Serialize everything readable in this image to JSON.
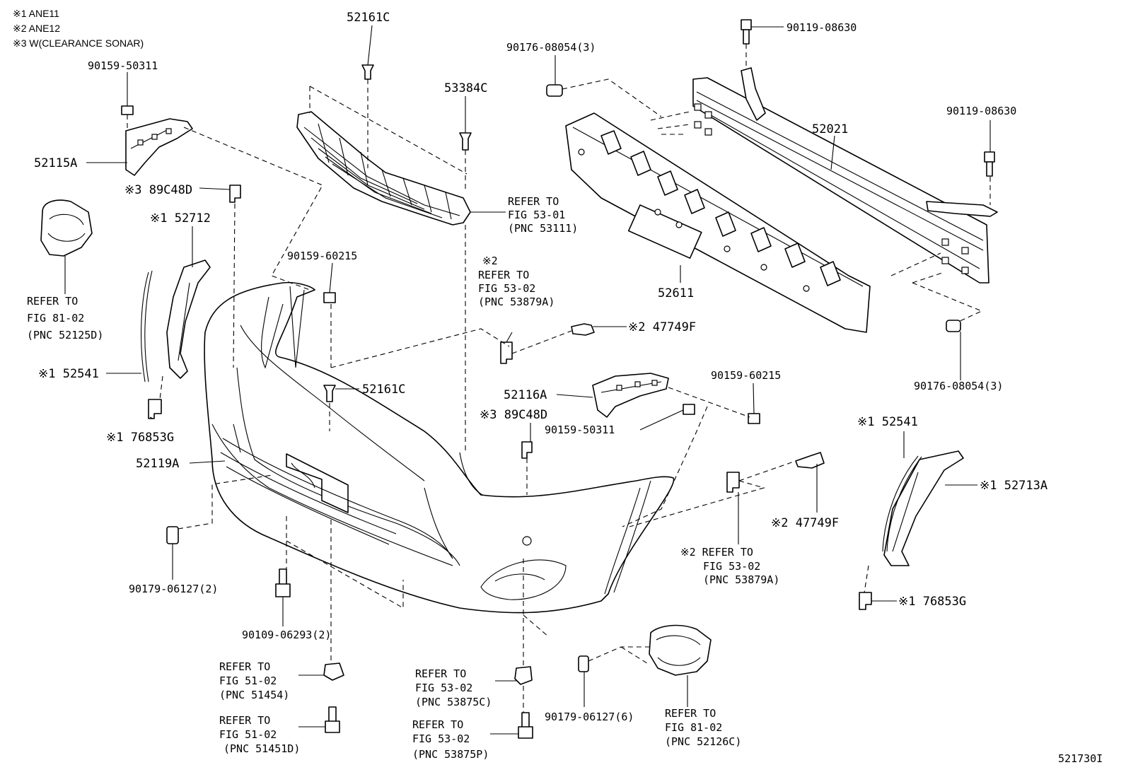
{
  "notes": [
    "※1 ANE11",
    "※2 ANE12",
    "※3 W(CLEARANCE SONAR)"
  ],
  "labels": {
    "p52161c_top": "52161C",
    "p53384c": "53384C",
    "p90176_top": "90176-08054(3)",
    "p90119_top": "90119-08630",
    "p90119_right": "90119-08630",
    "p52021": "52021",
    "p90159_50311_top": "90159-50311",
    "p52115a": "52115A",
    "p89c48d_left": "※3 89C48D",
    "p52712": "※1 52712",
    "refer_53111_1": "REFER TO",
    "refer_53111_2": "FIG 53-01",
    "refer_53111_3": "(PNC 53111)",
    "p90159_60215_left": "90159-60215",
    "refer_52125d_1": "REFER TO",
    "refer_52125d_2": "FIG 81-02",
    "refer_52125d_3": "(PNC 52125D)",
    "refer_53879a_top_0": "※2",
    "refer_53879a_top_1": "REFER TO",
    "refer_53879a_top_2": "FIG 53-02",
    "refer_53879a_top_3": "(PNC 53879A)",
    "p52611": "52611",
    "p47749f_top": "※2 47749F",
    "p90176_right": "90176-08054(3)",
    "p52541_left": "※1 52541",
    "p52161c_mid": "52161C",
    "p52116a": "52116A",
    "p90159_60215_right": "90159-60215",
    "p89c48d_mid": "※3 89C48D",
    "p90159_50311_mid": "90159-50311",
    "p76853g_left": "※1 76853G",
    "p52119a": "52119A",
    "p52541_right": "※1 52541",
    "p52713a": "※1 52713A",
    "p47749f_right": "※2 47749F",
    "refer_53879a_mid_1": "※2 REFER TO",
    "refer_53879a_mid_2": "FIG 53-02",
    "refer_53879a_mid_3": "(PNC 53879A)",
    "p76853g_right": "※1 76853G",
    "p90179_left": "90179-06127(2)",
    "p90109": "90109-06293(2)",
    "refer_51454_1": "REFER TO",
    "refer_51454_2": "FIG 51-02",
    "refer_51454_3": "(PNC 51454)",
    "refer_51451d_1": "REFER TO",
    "refer_51451d_2": "FIG 51-02",
    "refer_51451d_3": "(PNC 51451D)",
    "refer_53875c_1": "REFER TO",
    "refer_53875c_2": "FIG 53-02",
    "refer_53875c_3": "(PNC 53875C)",
    "refer_53875p_1": "REFER TO",
    "refer_53875p_2": "FIG 53-02",
    "refer_53875p_3": "(PNC 53875P)",
    "p90179_bottom": "90179-06127(6)",
    "refer_52126c_1": "REFER TO",
    "refer_52126c_2": "FIG 81-02",
    "refer_52126c_3": "(PNC 52126C)",
    "diagram_id": "521730I"
  }
}
